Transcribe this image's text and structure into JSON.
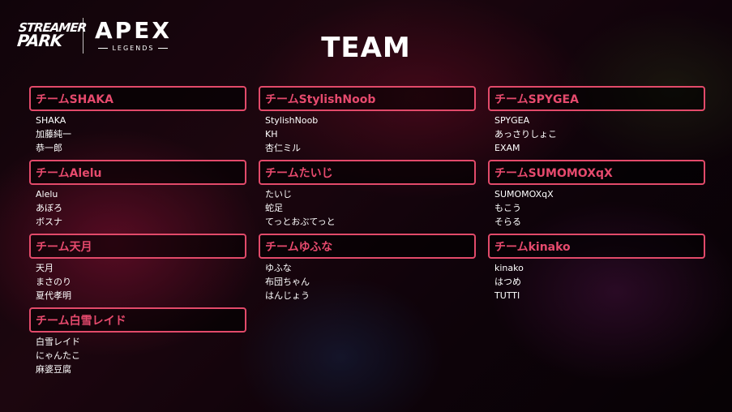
{
  "branding": {
    "streamer_line1": "STREAMER",
    "streamer_line2": "PARK",
    "game_title": "APEX",
    "game_subtitle": "LEGENDS"
  },
  "page": {
    "title": "TEAM"
  },
  "teams": [
    {
      "name": "チームSHAKA",
      "members": [
        "SHAKA",
        "加藤純一",
        "恭一郎"
      ]
    },
    {
      "name": "チームStylishNoob",
      "members": [
        "StylishNoob",
        "KH",
        "杏仁ミル"
      ]
    },
    {
      "name": "チームSPYGEA",
      "members": [
        "SPYGEA",
        "あっさりしょこ",
        "EXAM"
      ]
    },
    {
      "name": "チームAlelu",
      "members": [
        "Alelu",
        "あぼろ",
        "ボスナ"
      ]
    },
    {
      "name": "チームたいじ",
      "members": [
        "たいじ",
        "蛇足",
        "てっとおぶてっと"
      ]
    },
    {
      "name": "チームSUMOMOXqX",
      "members": [
        "SUMOMOXqX",
        "もこう",
        "そらる"
      ]
    },
    {
      "name": "チーム天月",
      "members": [
        "天月",
        "まさのり",
        "夏代孝明"
      ]
    },
    {
      "name": "チームゆふな",
      "members": [
        "ゆふな",
        "布団ちゃん",
        "はんじょう"
      ]
    },
    {
      "name": "チームkinako",
      "members": [
        "kinako",
        "はつめ",
        "TUTTI"
      ]
    },
    {
      "name": "チーム白雪レイド",
      "members": [
        "白雪レイド",
        "にゃんたこ",
        "麻婆豆腐"
      ]
    }
  ],
  "colors": {
    "accent": "#e24a6a",
    "text": "#ffffff"
  }
}
